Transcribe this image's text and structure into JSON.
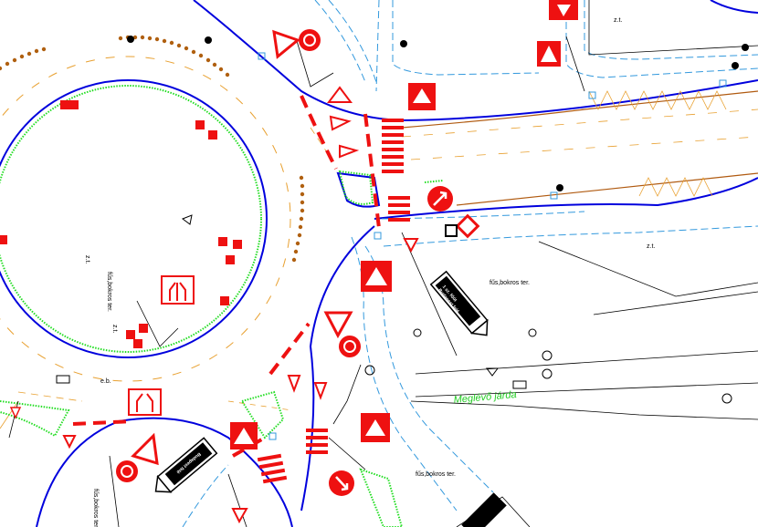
{
  "map": {
    "labels": {
      "existing_sidewalk": "Meglévő járda",
      "grassy_shrub_area": "fűs,bokros ter.",
      "zt": "z.t.",
      "eb": "e.b."
    },
    "signs": {
      "direction_text_1": "1 sz. főút",
      "direction_text_2": "Budapest felé",
      "direction_text_3": "Budapest felé"
    },
    "colors": {
      "road_edge": "#0000dd",
      "curb_lines": "#3399dd",
      "sign_red": "#ee1111",
      "green_island": "#22dd22",
      "orange_dash": "#e8a030",
      "brown_line": "#b05a10",
      "trees_dots": "#b06010"
    }
  }
}
